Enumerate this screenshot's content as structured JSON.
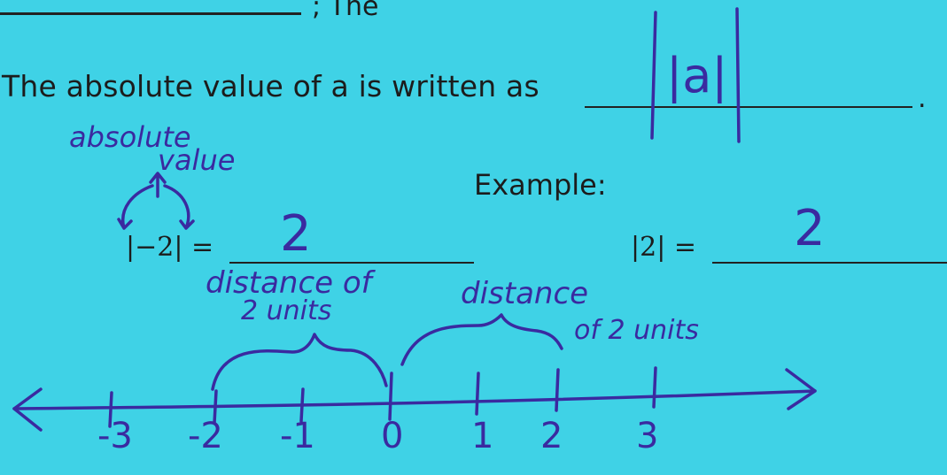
{
  "header": {
    "fragment": "; The"
  },
  "statement": {
    "text": "The absolute value of a is written as",
    "answer": "|a|",
    "period": "."
  },
  "annotations": {
    "absolute": "absolute",
    "value": "value",
    "note_left_line1": "distance of",
    "note_left_line2": "2 units",
    "note_right_line1": "distance",
    "note_right_line2": "of 2 units"
  },
  "example": {
    "label": "Example:",
    "left_expr": "|−2| =",
    "left_answer": "2",
    "right_expr": "|2| =",
    "right_answer": "2"
  },
  "number_line": {
    "ticks": [
      "-3",
      "-2",
      "-1",
      "0",
      "1",
      "2",
      "3"
    ]
  },
  "colors": {
    "background": "#3fd2e6",
    "ink": "#3a2aa0",
    "print": "#1c1c1c"
  }
}
